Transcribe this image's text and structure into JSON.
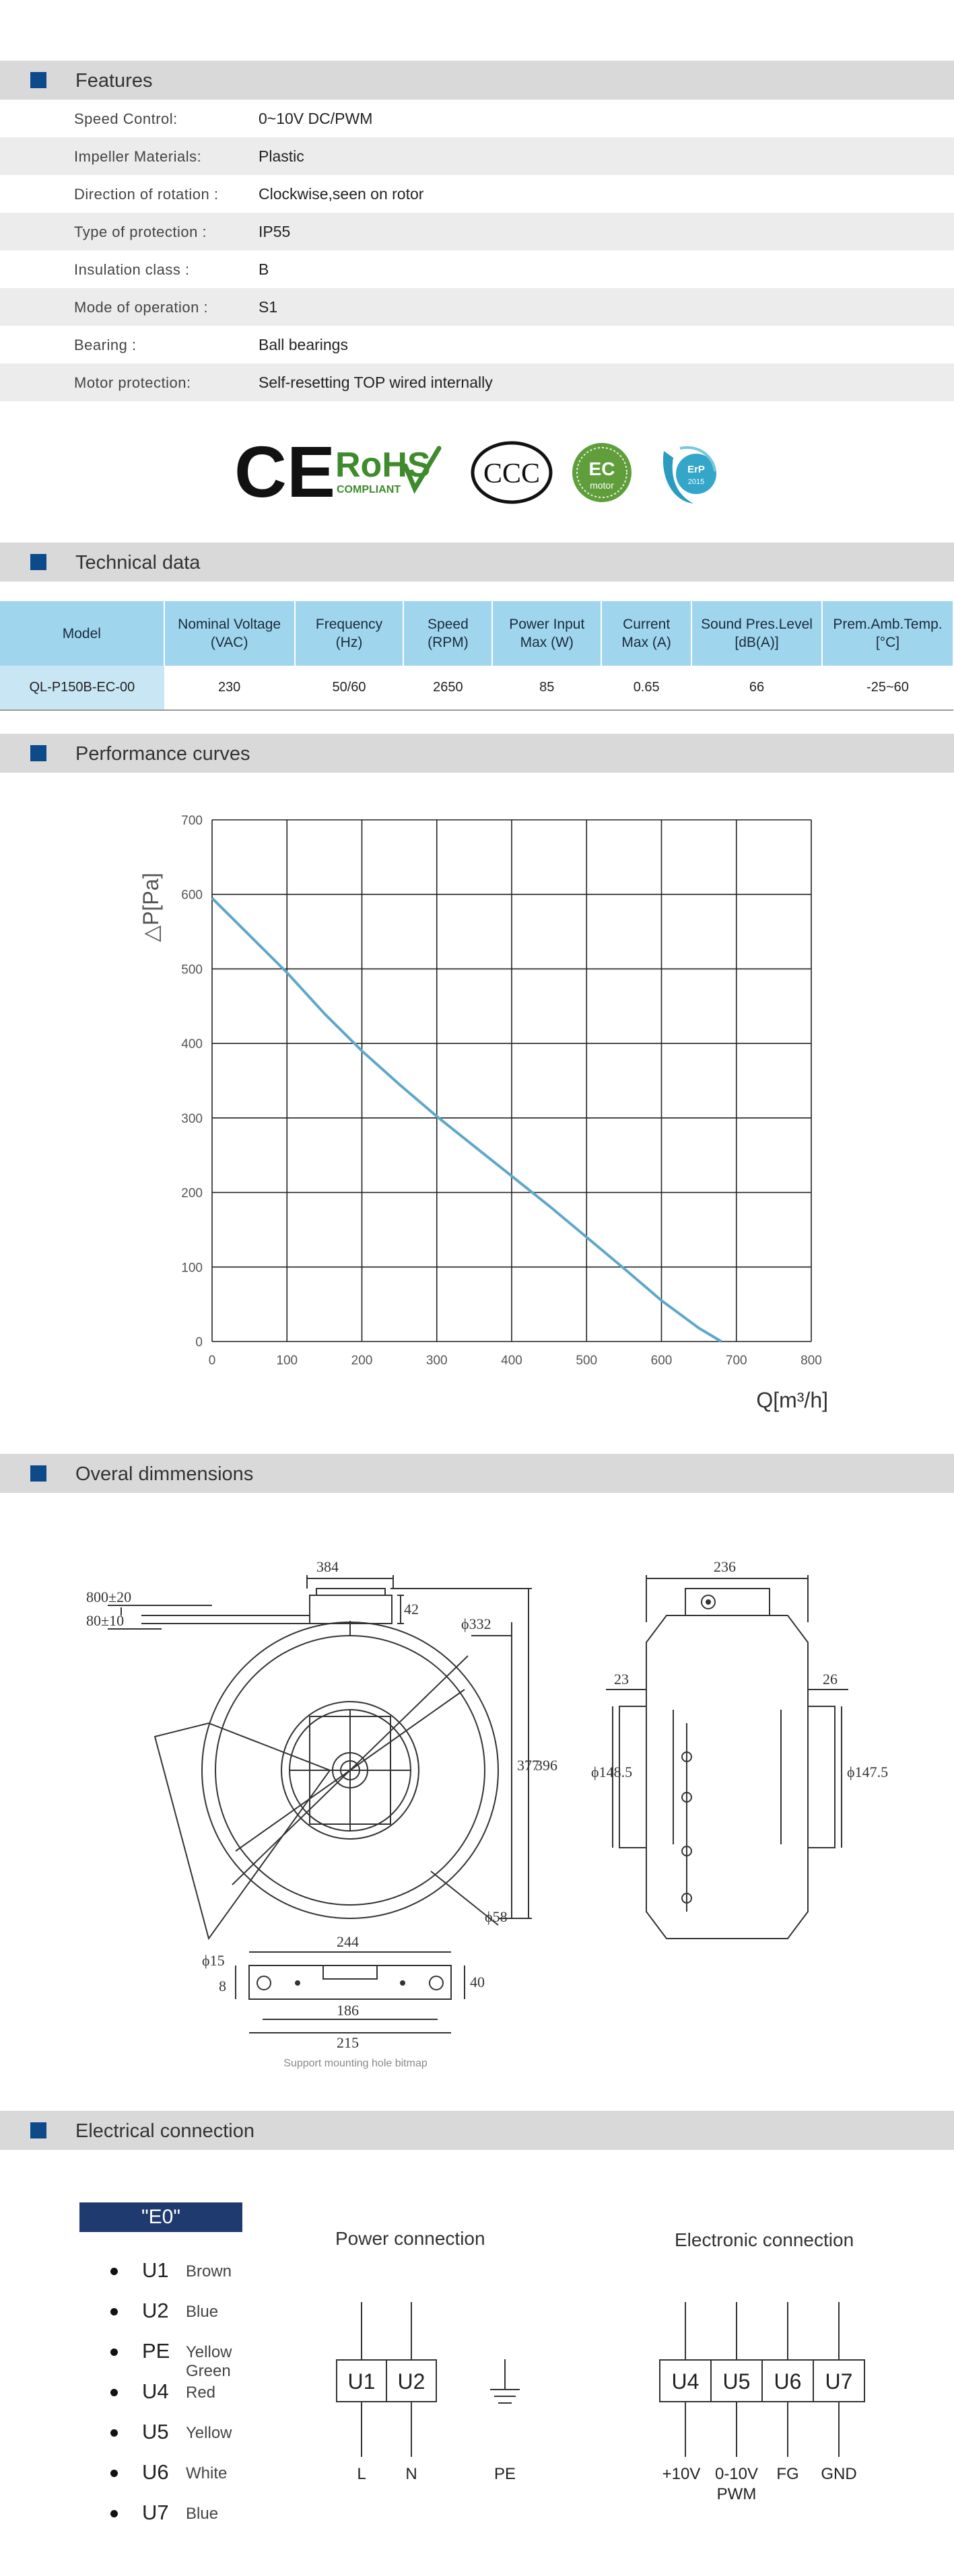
{
  "sections": {
    "features": "Features",
    "technical": "Technical data",
    "performance": "Performance curves",
    "dimensions": "Overal dimmensions",
    "electrical": "Electrical  connection"
  },
  "features": [
    {
      "label": "Speed Control:",
      "value": "0~10V DC/PWM"
    },
    {
      "label": "Impeller  Materials:",
      "value": "Plastic"
    },
    {
      "label": "Direction  of  rotation  :",
      "value": "Clockwise,seen on rotor"
    },
    {
      "label": "Type of protection :",
      "value": "IP55"
    },
    {
      "label": "Insulation  class :",
      "value": "B"
    },
    {
      "label": "Mode of operation :",
      "value": "S1"
    },
    {
      "label": "Bearing :",
      "value": "Ball bearings"
    },
    {
      "label": "Motor protection:",
      "value": "Self-resetting TOP wired internally"
    }
  ],
  "certifications": {
    "ce": "CE",
    "rohs": "RoHS",
    "rohs_sub": "COMPLIANT",
    "ccc": "CCC",
    "ec_top": "EC",
    "ec_bottom": "motor",
    "erp_top": "ErP",
    "erp_bottom": "2015"
  },
  "tech_table": {
    "headers": [
      [
        "Model"
      ],
      [
        "Nominal Voltage",
        "(VAC)"
      ],
      [
        "Frequency",
        "(Hz)"
      ],
      [
        "Speed",
        "(RPM)"
      ],
      [
        "Power Input",
        "Max (W)"
      ],
      [
        "Current",
        "Max (A)"
      ],
      [
        "Sound Pres.Level",
        "[dB(A)]"
      ],
      [
        "Prem.Amb.Temp.",
        "[°C]"
      ]
    ],
    "rows": [
      [
        "QL-P150B-EC-00",
        "230",
        "50/60",
        "2650",
        "85",
        "0.65",
        "66",
        "-25~60"
      ]
    ]
  },
  "chart_data": {
    "type": "line",
    "xlabel": "Q[m³/h]",
    "ylabel": "△P[Pa]",
    "xlim": [
      0,
      800
    ],
    "ylim": [
      0,
      700
    ],
    "xticks": [
      0,
      100,
      200,
      300,
      400,
      500,
      600,
      700,
      800
    ],
    "yticks": [
      0,
      100,
      200,
      300,
      400,
      500,
      600,
      700
    ],
    "grid": true,
    "series": [
      {
        "x": [
          0,
          50,
          100,
          150,
          200,
          250,
          300,
          350,
          400,
          450,
          500,
          550,
          600,
          650,
          680
        ],
        "y": [
          595,
          545,
          495,
          440,
          390,
          345,
          302,
          262,
          222,
          182,
          140,
          98,
          55,
          18,
          0
        ],
        "color": "#5fa7c9"
      }
    ]
  },
  "dimensions": {
    "d384": "384",
    "d800": "800±20",
    "d80": "80±10",
    "d42": "42",
    "d332": "ϕ332",
    "d377": "377",
    "d396": "396",
    "d58": "ϕ58",
    "d236": "236",
    "d23": "23",
    "d26": "26",
    "d148": "ϕ148.5",
    "d147": "ϕ147.5",
    "d15": "ϕ15",
    "d244": "244",
    "d8": "8",
    "d40": "40",
    "d186": "186",
    "d215": "215",
    "caption": "Support mounting hole bitmap"
  },
  "electrical": {
    "tag": "\"E0\"",
    "wires": [
      {
        "code": "U1",
        "color": "Brown"
      },
      {
        "code": "U2",
        "color": "Blue"
      },
      {
        "code": "PE",
        "color": "Yellow Green"
      },
      {
        "code": "U4",
        "color": "Red"
      },
      {
        "code": "U5",
        "color": "Yellow"
      },
      {
        "code": "U6",
        "color": "White"
      },
      {
        "code": "U7",
        "color": "Blue"
      }
    ],
    "power_title": "Power connection",
    "electronic_title": "Electronic connection",
    "power_terminals": [
      "U1",
      "U2"
    ],
    "power_labels": [
      "L",
      "N",
      "PE"
    ],
    "electronic_terminals": [
      "U4",
      "U5",
      "U6",
      "U7"
    ],
    "electronic_labels": [
      "+10V",
      "0-10V",
      "FG",
      "GND"
    ],
    "electronic_sublabel": "PWM"
  }
}
